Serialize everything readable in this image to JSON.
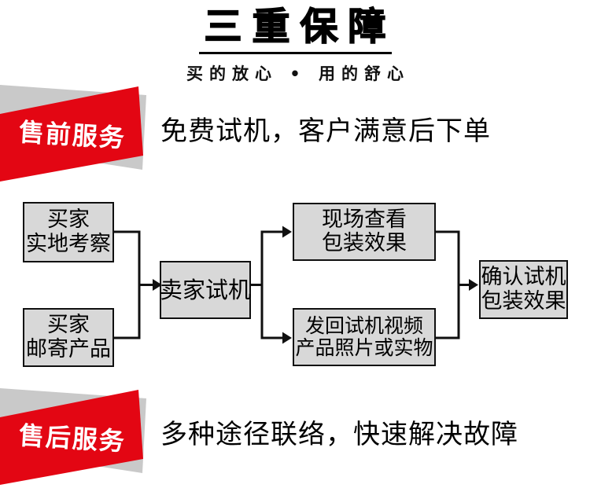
{
  "header": {
    "title": "三重保障",
    "subtitle": "买的放心 • 用的舒心"
  },
  "presale": {
    "ribbon_label": "售前服务",
    "headline": "免费试机，客户满意后下单"
  },
  "aftersale": {
    "ribbon_label": "售后服务",
    "headline": "多种途径联络，快速解决故障"
  },
  "flowchart": {
    "nodes": [
      {
        "id": "buyer-site-visit",
        "lines": [
          "买家",
          "实地考察"
        ]
      },
      {
        "id": "buyer-mail-product",
        "lines": [
          "买家",
          "邮寄产品"
        ]
      },
      {
        "id": "seller-test-run",
        "lines": [
          "卖家试机"
        ]
      },
      {
        "id": "onsite-check",
        "lines": [
          "现场查看",
          "包装效果"
        ]
      },
      {
        "id": "send-back-proof",
        "lines": [
          "发回试机视频",
          "产品照片或实物"
        ]
      },
      {
        "id": "confirm-result",
        "lines": [
          "确认试机",
          "包装效果"
        ]
      }
    ]
  },
  "colors": {
    "accent_red": "#e30613",
    "ribbon_gray": "#c9c9c9",
    "node_fill": "#d8d8d8",
    "line_black": "#101010"
  }
}
